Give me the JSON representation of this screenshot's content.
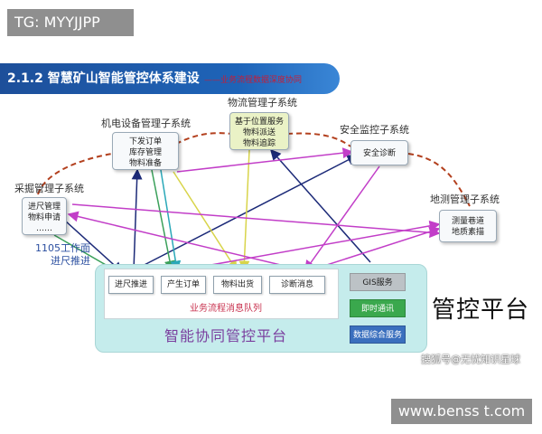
{
  "watermark_tag": "TG: MYYJJPP",
  "banner": {
    "title": "2.1.2 智慧矿山智能管控体系建设",
    "tail": "——业务流程数据深度协同"
  },
  "subsystems": {
    "mining": {
      "label": "采掘管理子系统",
      "items": [
        "进尺管理",
        "物料申请",
        "……"
      ]
    },
    "electromech": {
      "label": "机电设备管理子系统",
      "items": [
        "下发订单",
        "库存管理",
        "物料准备"
      ]
    },
    "logistics": {
      "label": "物流管理子系统",
      "items": [
        "基于位置服务",
        "物料派送",
        "物料追踪"
      ]
    },
    "safety": {
      "label": "安全监控子系统",
      "items": [
        "安全诊断"
      ]
    },
    "geology": {
      "label": "地测管理子系统",
      "items": [
        "测量巷道",
        "地质素描"
      ]
    }
  },
  "side_note": [
    "1105工作面",
    "进尺推进"
  ],
  "platform": {
    "modules": [
      "进尺推进",
      "产生订单",
      "物料出货",
      "诊断消息"
    ],
    "queue_label": "业务流程消息队列",
    "title": "智能协同管控平台",
    "services": [
      {
        "label": "GIS服务",
        "color": "#bcc2c6"
      },
      {
        "label": "即时通讯",
        "color": "#3aa84d"
      },
      {
        "label": "数据综合服务",
        "color": "#3a6fbe"
      }
    ]
  },
  "big_label": "管控平台",
  "source_note": "搜狐号@无忧知识星球",
  "site": "www.benss t.com"
}
